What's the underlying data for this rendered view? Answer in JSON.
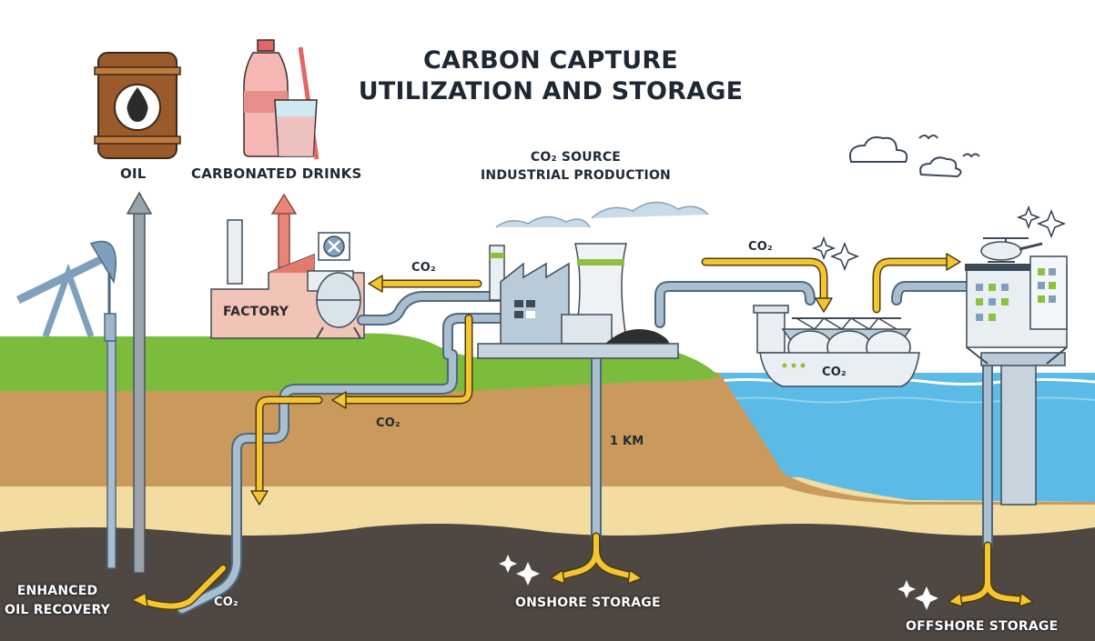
{
  "title": {
    "line1": "CARBON CAPTURE",
    "line2": "UTILIZATION AND STORAGE"
  },
  "labels": {
    "oil": "OIL",
    "carbonated_drinks": "CARBONATED DRINKS",
    "co2_source_line1": "CO₂ SOURCE",
    "co2_source_line2": "INDUSTRIAL PRODUCTION",
    "factory": "FACTORY",
    "co2_factory": "CO₂",
    "co2_ship": "CO₂",
    "co2_ship_hull": "CO₂",
    "co2_underground": "CO₂",
    "co2_eor": "CO₂",
    "depth": "1 KM",
    "eor_line1": "ENHANCED",
    "eor_line2": "OIL RECOVERY",
    "onshore_storage": "ONSHORE STORAGE",
    "offshore_storage": "OFFSHORE STORAGE"
  },
  "colors": {
    "grass": "#7cbc3c",
    "soil": "#c99a5c",
    "sand": "#f2dca0",
    "rock": "#4e4742",
    "sea": "#5bbbe6",
    "co2_arrow": "#f4c531",
    "pipe": "#a9bfd0",
    "factory_wall": "#f2c4b8",
    "barrel": "#9a5a2c"
  },
  "icons": [
    "oil-barrel-icon",
    "soda-bottle-icon",
    "drink-glass-icon",
    "pumpjack-icon",
    "factory-icon",
    "power-plant-icon",
    "ship-icon",
    "offshore-platform-icon",
    "helicopter-icon",
    "cloud-icon",
    "bird-icon",
    "sparkle-icon"
  ]
}
